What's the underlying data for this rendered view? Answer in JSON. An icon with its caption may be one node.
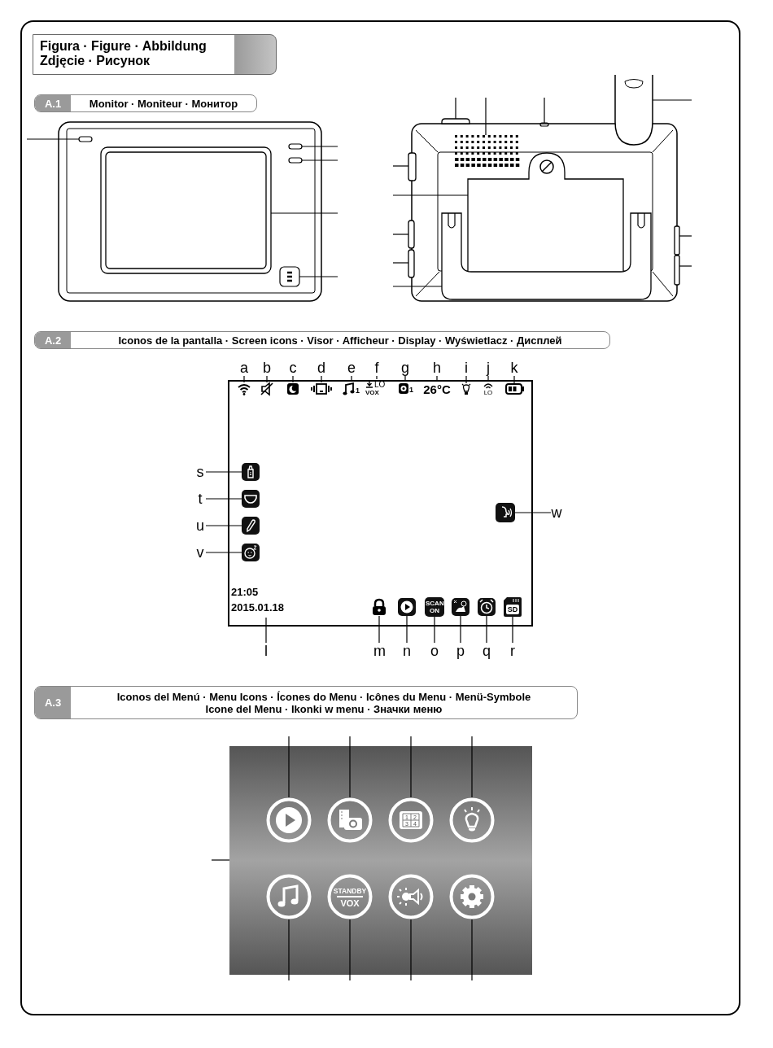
{
  "diagram": {
    "title": "Figura · Figure · Abbildung Zdjęcie · Рисунок",
    "nodes": [
      {
        "text": [],
        "shape": "box"
      },
      {
        "text": [],
        "shape": "box"
      },
      {
        "text": [],
        "shape": "box"
      },
      {
        "text": [],
        "shape": "box"
      },
      {
        "text": [],
        "shape": "box"
      },
      {
        "text": [],
        "shape": "box"
      },
      {
        "text": [],
        "shape": "box"
      },
      {
        "text": [],
        "shape": "box"
      },
      {
        "text": [],
        "shape": "box"
      },
      {
        "text": [],
        "shape": "box"
      },
      {
        "text": [],
        "shape": "box"
      },
      {
        "text": [],
        "shape": "box"
      },
      {
        "text": [],
        "shape": "box"
      },
      {
        "text": [],
        "shape": "box"
      },
      {
        "text": [],
        "shape": "box"
      },
      {
        "text": [],
        "shape": "box"
      },
      {
        "text": [
          "a"
        ]
      },
      {
        "text": [
          "b"
        ]
      },
      {
        "text": [
          "c"
        ]
      },
      {
        "text": [
          "d"
        ]
      },
      {
        "text": [
          "e"
        ]
      },
      {
        "text": [
          "f"
        ]
      },
      {
        "text": [
          "g"
        ]
      },
      {
        "text": [
          "h"
        ]
      },
      {
        "text": [
          "i"
        ]
      },
      {
        "text": [
          "j"
        ]
      },
      {
        "text": [
          "k"
        ]
      },
      {
        "text": [],
        "shape": "icon"
      },
      {
        "text": [],
        "shape": "icon"
      },
      {
        "text": [],
        "shape": "icon"
      },
      {
        "text": [],
        "shape": "icon"
      },
      {
        "text": [
          "1"
        ]
      },
      {
        "text": [
          "LO",
          "VOX"
        ]
      },
      {
        "text": [
          "1"
        ]
      },
      {
        "text": [
          "26°C"
        ]
      },
      {
        "text": [],
        "shape": "icon"
      },
      {
        "text": [
          "LO"
        ]
      },
      {
        "text": [],
        "shape": "icon"
      },
      {
        "text": [
          "s"
        ]
      },
      {
        "text": [],
        "shape": "icon"
      },
      {
        "text": [
          "t"
        ]
      },
      {
        "text": [],
        "shape": "icon"
      },
      {
        "text": [
          "u"
        ]
      },
      {
        "text": [],
        "shape": "icon"
      },
      {
        "text": [
          "v"
        ]
      },
      {
        "text": [],
        "shape": "icon"
      },
      {
        "text": [],
        "shape": "icon"
      },
      {
        "text": [
          "w"
        ]
      },
      {
        "text": [
          "21:05",
          "2015.01.18"
        ]
      },
      {
        "text": [],
        "shape": "icon"
      },
      {
        "text": [],
        "shape": "icon"
      },
      {
        "text": [
          "SCAN ON"
        ]
      },
      {
        "text": [],
        "shape": "icon"
      },
      {
        "text": [],
        "shape": "icon"
      },
      {
        "text": [
          "SD"
        ]
      },
      {
        "text": [
          "l"
        ]
      },
      {
        "text": [
          "m"
        ]
      },
      {
        "text": [
          "n"
        ]
      },
      {
        "text": [
          "o"
        ]
      },
      {
        "text": [
          "p"
        ]
      },
      {
        "text": [
          "q"
        ]
      },
      {
        "text": [
          "r"
        ]
      },
      {
        "text": [],
        "shape": "box"
      },
      {
        "text": [],
        "shape": "circle",
        "in": 62
      },
      {
        "text": [],
        "shape": "circle",
        "in": 62
      },
      {
        "text": [
          "1",
          "2",
          "3",
          "4"
        ],
        "in": 62
      },
      {
        "text": [],
        "shape": "circle",
        "in": 62
      },
      {
        "text": [],
        "shape": "circle",
        "in": 62
      },
      {
        "text": [
          "STANDBY",
          "VOX"
        ],
        "in": 62
      },
      {
        "text": [],
        "shape": "circle",
        "in": 62
      },
      {
        "text": [],
        "shape": "circle",
        "in": 62
      }
    ],
    "edges": [
      {
        "from": null,
        "to": 0,
        "arrow": "none"
      },
      {
        "from": null,
        "to": 1,
        "arrow": "none"
      },
      {
        "from": null,
        "to": 2,
        "arrow": "none"
      },
      {
        "from": null,
        "to": 3,
        "arrow": "none"
      },
      {
        "from": null,
        "to": 4,
        "arrow": "none"
      },
      {
        "from": null,
        "to": 5,
        "arrow": "none"
      },
      {
        "from": null,
        "to": 6,
        "arrow": "none"
      },
      {
        "from": null,
        "to": 7,
        "arrow": "none"
      },
      {
        "from": null,
        "to": 8,
        "arrow": "none"
      },
      {
        "from": null,
        "to": 9,
        "arrow": "none"
      },
      {
        "from": null,
        "to": 10,
        "arrow": "none"
      },
      {
        "from": null,
        "to": 11,
        "arrow": "none"
      },
      {
        "from": null,
        "to": 12,
        "arrow": "none"
      },
      {
        "from": null,
        "to": 13,
        "arrow": "none"
      },
      {
        "from": null,
        "to": 14,
        "arrow": "none"
      },
      {
        "from": null,
        "to": 15,
        "arrow": "none"
      },
      {
        "from": 16,
        "to": 27,
        "arrow": "none"
      },
      {
        "from": 17,
        "to": 28,
        "arrow": "none"
      },
      {
        "from": 18,
        "to": 29,
        "arrow": "none"
      },
      {
        "from": 19,
        "to": 30,
        "arrow": "none"
      },
      {
        "from": 20,
        "to": 31,
        "arrow": "none"
      },
      {
        "from": 21,
        "to": 32,
        "arrow": "none"
      },
      {
        "from": 22,
        "to": 33,
        "arrow": "none"
      },
      {
        "from": 23,
        "to": 34,
        "arrow": "none"
      },
      {
        "from": 24,
        "to": 35,
        "arrow": "none"
      },
      {
        "from": 25,
        "to": 36,
        "arrow": "none"
      },
      {
        "from": 26,
        "to": 37,
        "arrow": "none"
      },
      {
        "from": 38,
        "to": 39,
        "arrow": "none"
      },
      {
        "from": 40,
        "to": 41,
        "arrow": "none"
      },
      {
        "from": 42,
        "to": 43,
        "arrow": "none"
      },
      {
        "from": 44,
        "to": 45,
        "arrow": "none"
      },
      {
        "from": 47,
        "to": 46,
        "arrow": "none"
      },
      {
        "from": 55,
        "to": 48,
        "arrow": "none"
      },
      {
        "from": 56,
        "to": 49,
        "arrow": "none"
      },
      {
        "from": 57,
        "to": 50,
        "arrow": "none"
      },
      {
        "from": 58,
        "to": 51,
        "arrow": "none"
      },
      {
        "from": 59,
        "to": 52,
        "arrow": "none"
      },
      {
        "from": 60,
        "to": 53,
        "arrow": "none"
      },
      {
        "from": 61,
        "to": 54,
        "arrow": "none"
      },
      {
        "from": null,
        "to": 62,
        "arrow": "none"
      },
      {
        "from": null,
        "to": 63,
        "arrow": "none"
      },
      {
        "from": null,
        "to": 64,
        "arrow": "none"
      },
      {
        "from": null,
        "to": 65,
        "arrow": "none"
      },
      {
        "from": null,
        "to": 66,
        "arrow": "none"
      },
      {
        "from": null,
        "to": 67,
        "arrow": "none"
      },
      {
        "from": null,
        "to": 68,
        "arrow": "none"
      },
      {
        "from": null,
        "to": 69,
        "arrow": "none"
      },
      {
        "from": null,
        "to": 70,
        "arrow": "none"
      }
    ],
    "labels": [
      "A.1",
      "Monitor · Moniteur · Монитор",
      "A.2",
      "Iconos de la pantalla · Screen icons · Visor · Afficheur · Display · Wyświetlacz · Дисплей",
      "A.3",
      "Iconos del Menú · Menu Icons · Ícones do Menu · Icônes du Menu · Menü-Symbole Icone del Menu · Ikonki w menu · Значки меню"
    ]
  }
}
